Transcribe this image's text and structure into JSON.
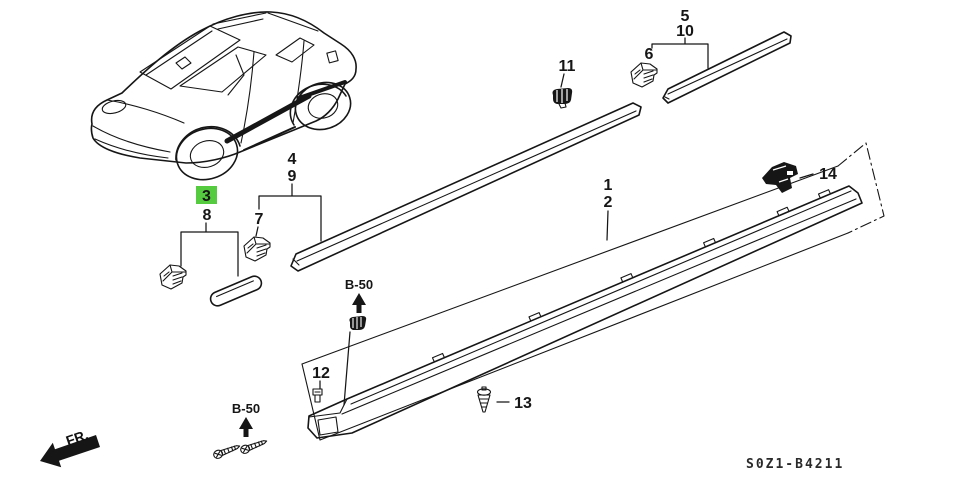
{
  "colors": {
    "highlight": "#55cc3f",
    "ink": "#161616",
    "background": "#ffffff"
  },
  "parts": {
    "n1": "1",
    "n2": "2",
    "n3": "3",
    "n4": "4",
    "n5": "5",
    "n6": "6",
    "n7": "7",
    "n8": "8",
    "n9": "9",
    "n10": "10",
    "n11": "11",
    "n12": "12",
    "n13": "13",
    "n14": "14"
  },
  "references": {
    "b50_upper": "B-50",
    "b50_lower": "B-50"
  },
  "direction_indicator": {
    "label": "FR."
  },
  "footer": {
    "diagram_code": "S0Z1-B4211"
  }
}
